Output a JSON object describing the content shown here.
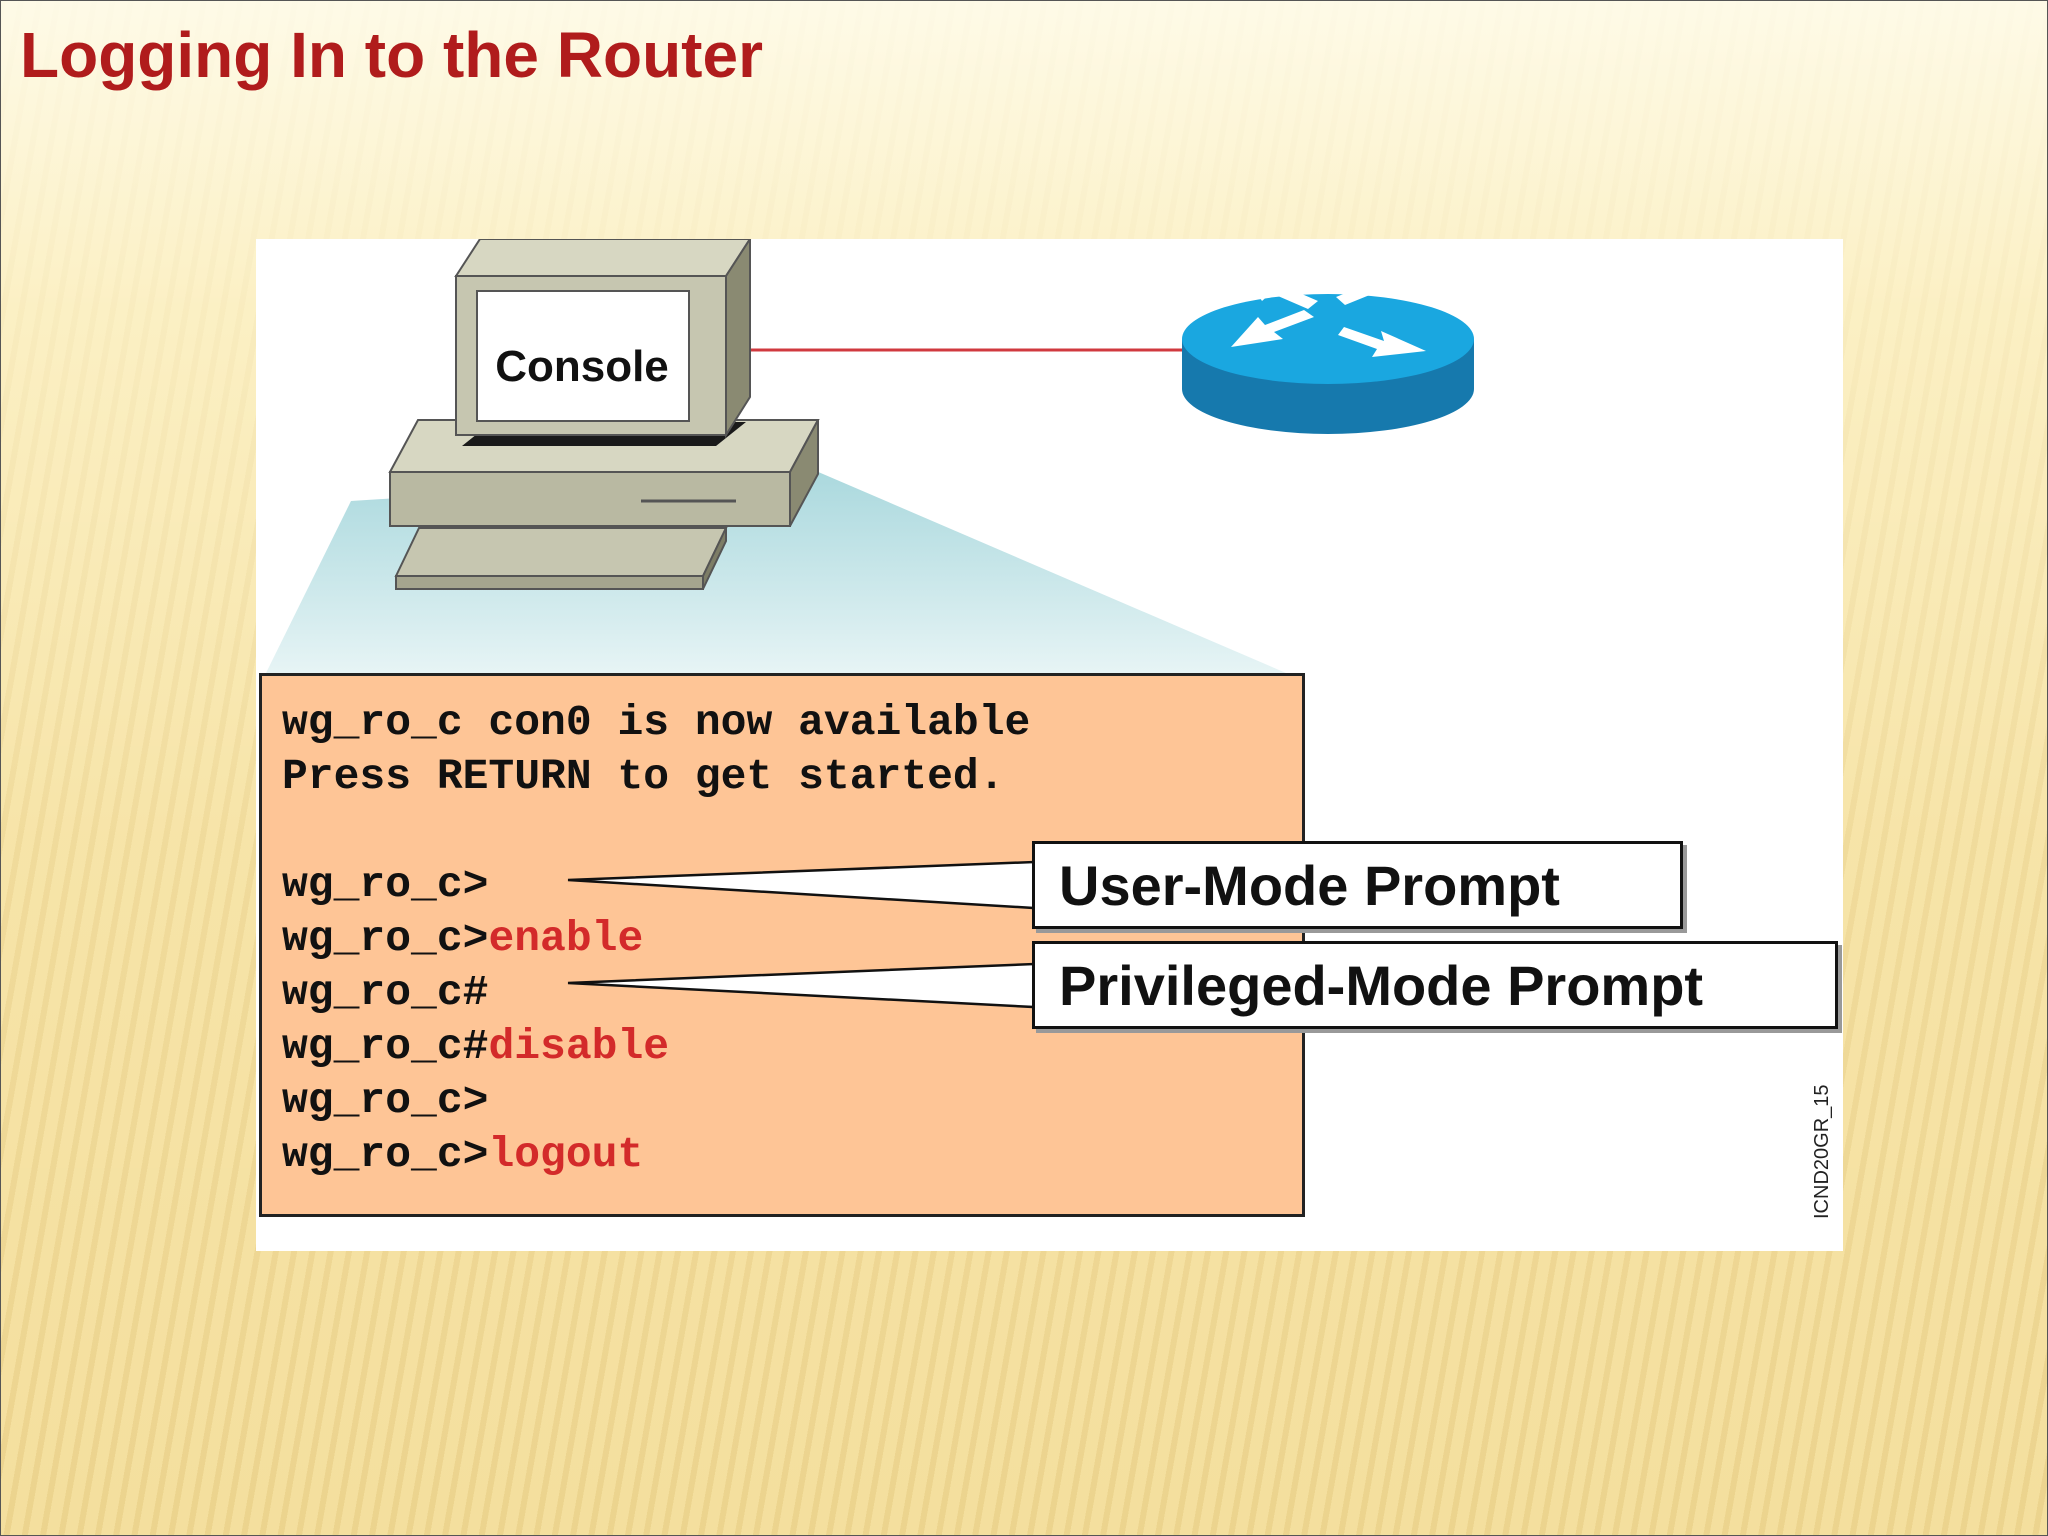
{
  "slide": {
    "title": "Logging In to the Router"
  },
  "diagram": {
    "console_label": "Console",
    "figure_id": "ICND20GR_15",
    "terminal": {
      "lines": [
        {
          "prompt": "wg_ro_c con0 is now available",
          "command": ""
        },
        {
          "prompt": "Press RETURN to get started.",
          "command": ""
        },
        {
          "prompt": "",
          "command": ""
        },
        {
          "prompt": "wg_ro_c>",
          "command": ""
        },
        {
          "prompt": "wg_ro_c>",
          "command": "enable"
        },
        {
          "prompt": "wg_ro_c#",
          "command": ""
        },
        {
          "prompt": "wg_ro_c#",
          "command": "disable"
        },
        {
          "prompt": "wg_ro_c>",
          "command": ""
        },
        {
          "prompt": "wg_ro_c>",
          "command": "logout"
        }
      ]
    },
    "callouts": {
      "user_mode": "User-Mode Prompt",
      "privileged_mode": "Privileged-Mode Prompt"
    }
  },
  "colors": {
    "title": "#b01c1c",
    "terminal_bg": "#fec596",
    "command_text": "#d32a2a",
    "cable": "#d0393f",
    "router": "#1aa7e0"
  },
  "icons": {
    "computer": "console-computer-icon",
    "router": "router-icon"
  }
}
